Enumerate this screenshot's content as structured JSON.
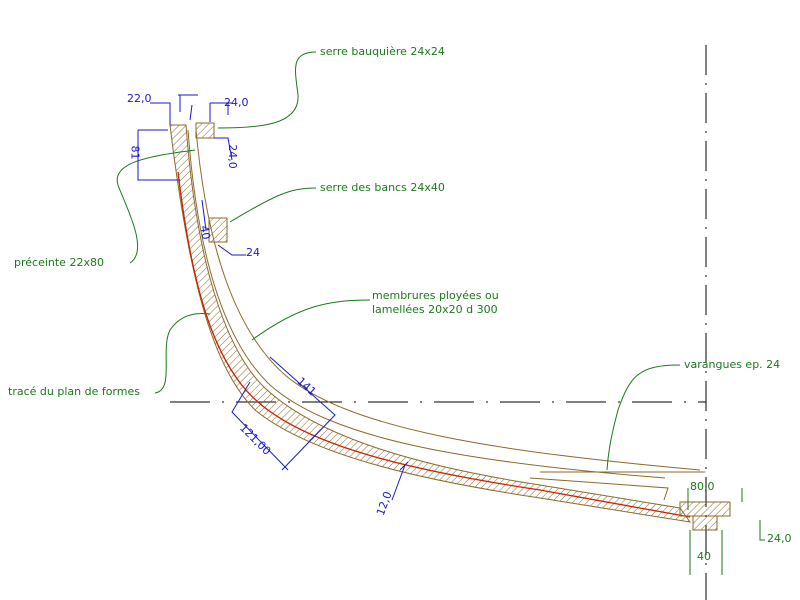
{
  "labels": {
    "serre_bauquiere": "serre bauquière 24x24",
    "serre_bancs": "serre des bancs 24x40",
    "preceinte": "préceinte 22x80",
    "membrures_1": "membrures ployées ou",
    "membrures_2": "lamellées 20x20 d 300",
    "trace": "tracé du plan de formes",
    "varangues": "varangues ep. 24"
  },
  "dimensions": {
    "d22": "22,0",
    "d24a": "24,0",
    "d81": "81",
    "d24b": "24,0",
    "d40a": "40",
    "d24c": "24",
    "d141": "141",
    "d121": "121,00",
    "d12": "12,0",
    "d80": "80,0",
    "d24d": "24,0",
    "d40b": "40"
  },
  "colors": {
    "label": "#1a7a1a",
    "dimension": "#1a1acc",
    "wood": "#8b6a2a",
    "hull_line": "#cc2200"
  }
}
